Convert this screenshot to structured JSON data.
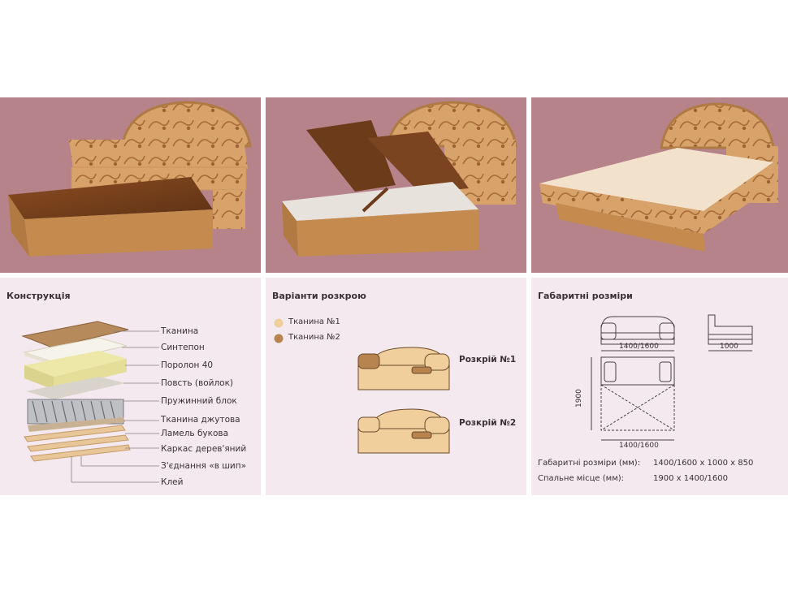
{
  "construction": {
    "title": "Конструкція",
    "layers": [
      "Тканина",
      "Синтепон",
      "Поролон 40",
      "Повсть (войлок)",
      "Пружинний блок",
      "Тканина джутова",
      "Ламель букова",
      "Каркас дерев'яний",
      "З'єднання «в шип»",
      "Клей"
    ]
  },
  "cutting": {
    "title": "Варіанти розкрою",
    "fabric1": "Тканина №1",
    "fabric2": "Тканина №2",
    "variant1": "Розкрій №1",
    "variant2": "Розкрій №2",
    "colors": {
      "fabric1": "#f0cf9c",
      "fabric2": "#b7834f"
    }
  },
  "dimensions": {
    "title": "Габаритні розміри",
    "front_width": "1400/1600",
    "side_depth": "1000",
    "length": "1900",
    "plan_width": "1400/1600",
    "overall_label": "Габаритні розміри (мм):",
    "overall_value": "1400/1600 х 1000 х 850",
    "sleep_label": "Спальне місце (мм):",
    "sleep_value": "1900 х 1400/1600"
  }
}
